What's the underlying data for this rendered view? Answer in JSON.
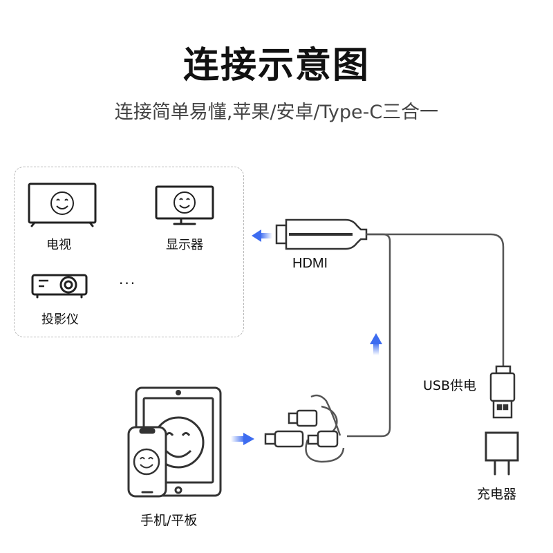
{
  "title": "连接示意图",
  "subtitle": "连接简单易懂,苹果/安卓/Type-C三合一",
  "devices": {
    "tv": "电视",
    "monitor": "显示器",
    "projector": "投影仪",
    "more": "···"
  },
  "hdmi_label": "HDMI",
  "usb_power_label": "USB供电",
  "charger_label": "充电器",
  "phone_tablet_label": "手机/平板",
  "colors": {
    "arrow": "#3d6cf0",
    "line": "#555555",
    "box_border": "#b8b8b8"
  }
}
